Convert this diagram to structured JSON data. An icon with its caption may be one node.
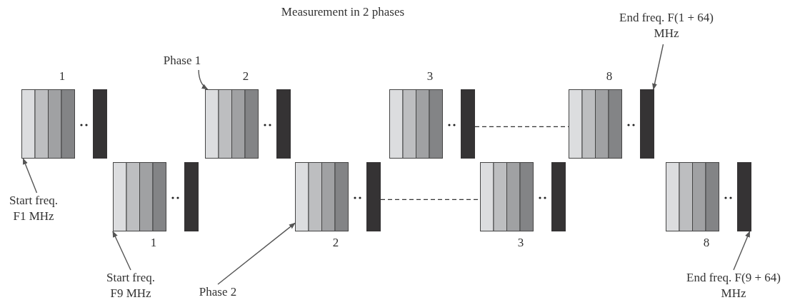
{
  "diagram": {
    "title": "Measurement in 2 phases",
    "nodes": [
      {
        "text": [
          "Phase 1"
        ]
      },
      {
        "text": [
          "End freq. F(1 + 64) MHz"
        ]
      },
      {
        "text": [],
        "shape": "box",
        "beside": [
          "1"
        ]
      },
      {
        "text": [],
        "shape": "box",
        "beside": [
          "2"
        ]
      },
      {
        "text": [],
        "shape": "box",
        "beside": [
          "3"
        ]
      },
      {
        "text": [],
        "shape": "box",
        "beside": [
          "8"
        ]
      },
      {
        "text": [],
        "shape": "box",
        "beside": [
          "1"
        ]
      },
      {
        "text": [],
        "shape": "box",
        "beside": [
          "2"
        ]
      },
      {
        "text": [],
        "shape": "box",
        "beside": [
          "3"
        ]
      },
      {
        "text": [],
        "shape": "box",
        "beside": [
          "8"
        ]
      },
      {
        "text": [
          "Start freq. F1 MHz"
        ]
      },
      {
        "text": [
          "Start freq. F9 MHz"
        ]
      },
      {
        "text": [
          "Phase 2"
        ]
      },
      {
        "text": [
          "End freq. F(9 + 64) MHz"
        ]
      }
    ],
    "edges": [
      {
        "from": 0,
        "to": 3,
        "arrow": "to"
      },
      {
        "from": 1,
        "to": 5,
        "arrow": "to"
      },
      {
        "from": 10,
        "to": 2,
        "arrow": "to"
      },
      {
        "from": 11,
        "to": 6,
        "arrow": "to"
      },
      {
        "from": 12,
        "to": 7,
        "arrow": "to"
      },
      {
        "from": 13,
        "to": 9,
        "arrow": "to"
      },
      {
        "from": 4,
        "to": 5,
        "arrow": "none",
        "style": "dashed"
      },
      {
        "from": 7,
        "to": 8,
        "arrow": "none",
        "style": "dashed"
      }
    ]
  }
}
